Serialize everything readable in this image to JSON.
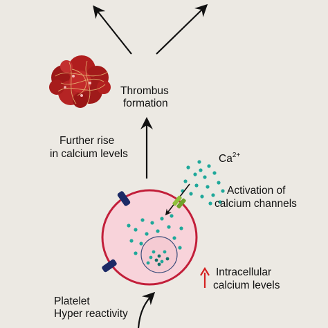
{
  "labels": {
    "thrombus_line1": "Thrombus",
    "thrombus_line2": "formation",
    "further_line1": "Further rise",
    "further_line2": "in calcium levels",
    "ion_main": "Ca",
    "ion_sup": "2+",
    "activation_line1": "Activation of",
    "activation_line2": "calcium channels",
    "intracellular_line1": "Intracellular",
    "intracellular_line2": "calcium levels",
    "platelet_line1": "Platelet",
    "platelet_line2": "Hyper reactivity"
  },
  "colors": {
    "background": "#ece9e3",
    "cell_fill": "#f8d3da",
    "cell_border": "#c21f3a",
    "nucleus_border": "#3b4d7a",
    "calcium_dot": "#1fa89a",
    "calcium_dot_dark": "#127268",
    "channel_color": "#1c2a66",
    "channel_open": "#8fbf3a",
    "thrombus_red": "#b01e1e",
    "up_arrow": "#d42020",
    "arrow": "#111111"
  },
  "icons": {
    "thrombus": "blood-clot-icon",
    "up_arrow": "increase-arrow-icon",
    "channel": "calcium-channel-icon"
  }
}
